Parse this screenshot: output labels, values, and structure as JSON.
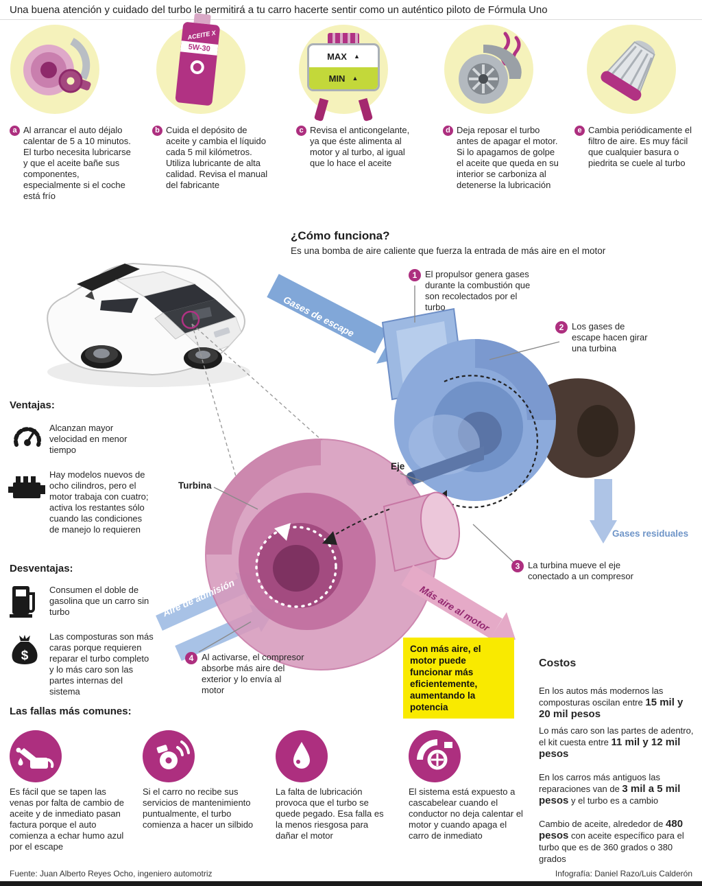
{
  "colors": {
    "accent_magenta": "#ad2f7f",
    "pale_yellow_circle": "#f5f2bb",
    "highlight_yellow": "#f9ea00",
    "turbine_blue": "#7ba3d6",
    "compressor_pink": "#d79abc",
    "exhaust_brown": "#4b3a33",
    "blue_label": "#6f95c8"
  },
  "header": {
    "title": "Una buena atención y cuidado del turbo le permitirá a tu carro hacerte sentir como un auténtico piloto de Fórmula Uno"
  },
  "tips": [
    {
      "letter": "a",
      "icon": "ignition-key",
      "text": "Al arrancar el auto déjalo calentar de 5 a 10 minutos. El turbo necesita lubricarse y que el aceite bañe sus componentes, especialmente si el coche está frío"
    },
    {
      "letter": "b",
      "icon": "oil-bottle",
      "bottle_brand": "ACEITE X",
      "bottle_grade": "5W-30",
      "text": "Cuida el depósito de aceite y cambia el líquido cada 5 mil kilómetros. Utiliza lubricante de alta calidad. Revisa el manual del fabricante"
    },
    {
      "letter": "c",
      "icon": "coolant-tank",
      "max_label": "MAX",
      "min_label": "MIN",
      "level_arrow": "▲",
      "text": "Revisa el anticongelante, ya que éste alimenta al motor y al turbo, al igual que lo hace  el aceite"
    },
    {
      "letter": "d",
      "icon": "turbo-heat",
      "text": "Deja reposar el turbo antes de apagar el motor. Si lo apagamos de golpe el aceite que queda en su interior se carboniza al detenerse la lubricación"
    },
    {
      "letter": "e",
      "icon": "air-filter",
      "text": "Cambia periódicamente el filtro de aire. Es muy fácil que cualquier basura o piedrita se cuele al turbo"
    }
  ],
  "how": {
    "title": "¿Cómo funciona?",
    "subtitle": "Es una bomba de aire caliente que fuerza la entrada de más aire en el motor",
    "steps": [
      {
        "n": "1",
        "text": "El propulsor genera gases durante la combustión que son recolectados por el turbo"
      },
      {
        "n": "2",
        "text": "Los gases de escape hacen girar una turbina"
      },
      {
        "n": "3",
        "text": "La turbina mueve el eje conectado a un compresor"
      },
      {
        "n": "4",
        "text": "Al activarse, el compresor absorbe más aire del exterior y lo envía al motor"
      }
    ],
    "labels": {
      "gases_escape": "Gases de escape",
      "turbina": "Turbina",
      "eje": "Eje",
      "aire_admision": "Aire de admisión",
      "mas_aire": "Más aire al motor",
      "gases_residuales": "Gases residuales"
    },
    "highlight": "Con más aire, el motor puede funcionar más eficientemente, aumentando la potencia"
  },
  "ventajas": {
    "title": "Ventajas:",
    "items": [
      {
        "icon": "speedometer",
        "text": "Alcanzan  mayor velocidad en menor tiempo"
      },
      {
        "icon": "engine",
        "text": "Hay modelos nuevos de ocho cilindros, pero el motor trabaja con cuatro; activa los restantes sólo cuando las condiciones de manejo lo requieren"
      }
    ]
  },
  "desventajas": {
    "title": "Desventajas:",
    "items": [
      {
        "icon": "fuel-pump",
        "text": "Consumen el doble de gasolina que un carro sin turbo"
      },
      {
        "icon": "money-bag",
        "currency": "$",
        "text": "Las composturas son más caras porque requieren reparar el turbo completo y lo más caro son las partes internas del sistema"
      }
    ]
  },
  "fallas": {
    "title": "Las fallas más comunes:",
    "items": [
      {
        "icon": "oil-can",
        "text": "Es fácil que se tapen las venas por falta de cambio de aceite y de inmediato pasan factura porque el auto comienza a echar humo azul por el escape"
      },
      {
        "icon": "whistle",
        "text": "Si el carro no recibe sus servicios de mantenimiento puntualmente, el turbo comienza a hacer un silbido"
      },
      {
        "icon": "oil-drop",
        "text": "La falta de lubricación provoca que el turbo se quede pegado. Esa falla es la menos riesgosa para dañar el motor"
      },
      {
        "icon": "turbocharger",
        "text": "El sistema está expuesto a cascabelear cuando el conductor no deja calentar el motor y cuando apaga el carro de inmediato"
      }
    ]
  },
  "costos": {
    "title": "Costos",
    "items": [
      {
        "pre": "En los autos más modernos las composturas oscilan entre ",
        "bold": "15 mil y 20 mil pesos",
        "post": ""
      },
      {
        "pre": "Lo más caro son las partes de adentro, el kit cuesta entre ",
        "bold": "11 mil y 12 mil pesos",
        "post": ""
      },
      {
        "pre": "En los carros más antiguos las reparaciones van de ",
        "bold": "3 mil a 5 mil pesos",
        "post": " y el turbo es a cambio"
      },
      {
        "pre": "Cambio de aceite, alrededor de ",
        "bold": "480 pesos",
        "post": " con aceite específico para el turbo que es de 360 grados o 380 grados"
      }
    ]
  },
  "footer": {
    "source": "Fuente: Juan Alberto Reyes Ocho, ingeniero automotriz",
    "credit": "Infografía: Daniel Razo/Luis Calderón"
  }
}
